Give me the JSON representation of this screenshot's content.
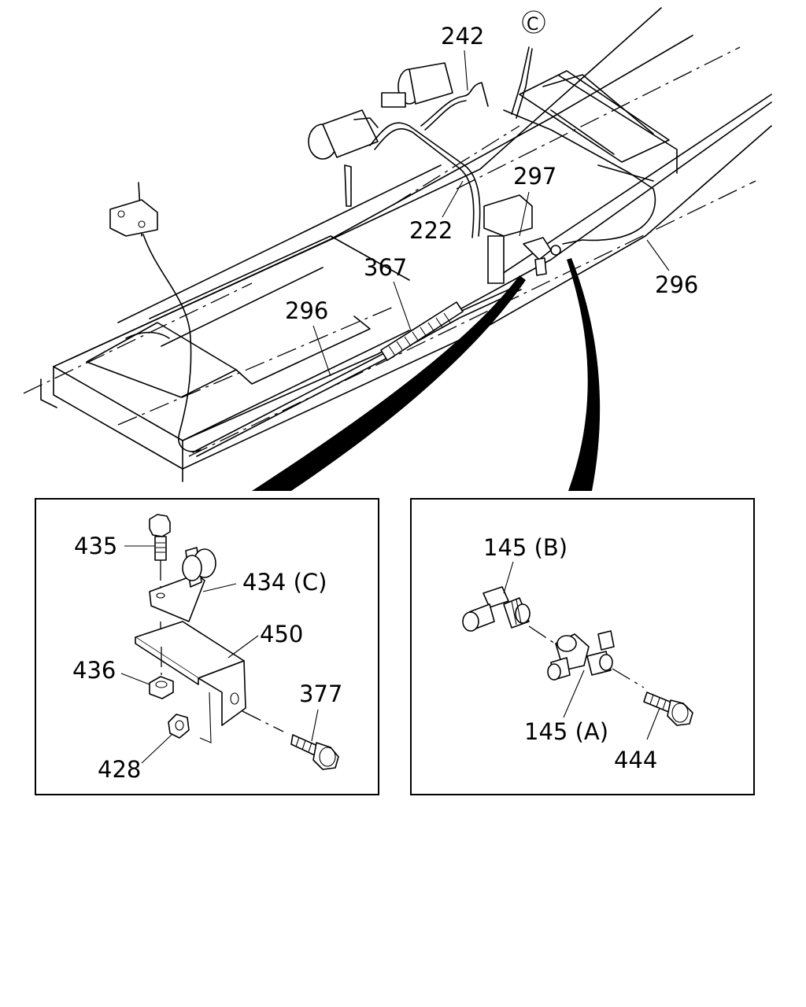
{
  "labels": {
    "main": {
      "p242": "242",
      "pC": "C",
      "p297": "297",
      "p222": "222",
      "p367": "367",
      "p296_left": "296",
      "p296_right": "296"
    },
    "detail_left": {
      "p435": "435",
      "p434": "434 (C)",
      "p450": "450",
      "p436": "436",
      "p377": "377",
      "p428": "428"
    },
    "detail_right": {
      "p145b": "145 (B)",
      "p145a": "145 (A)",
      "p444": "444"
    }
  }
}
